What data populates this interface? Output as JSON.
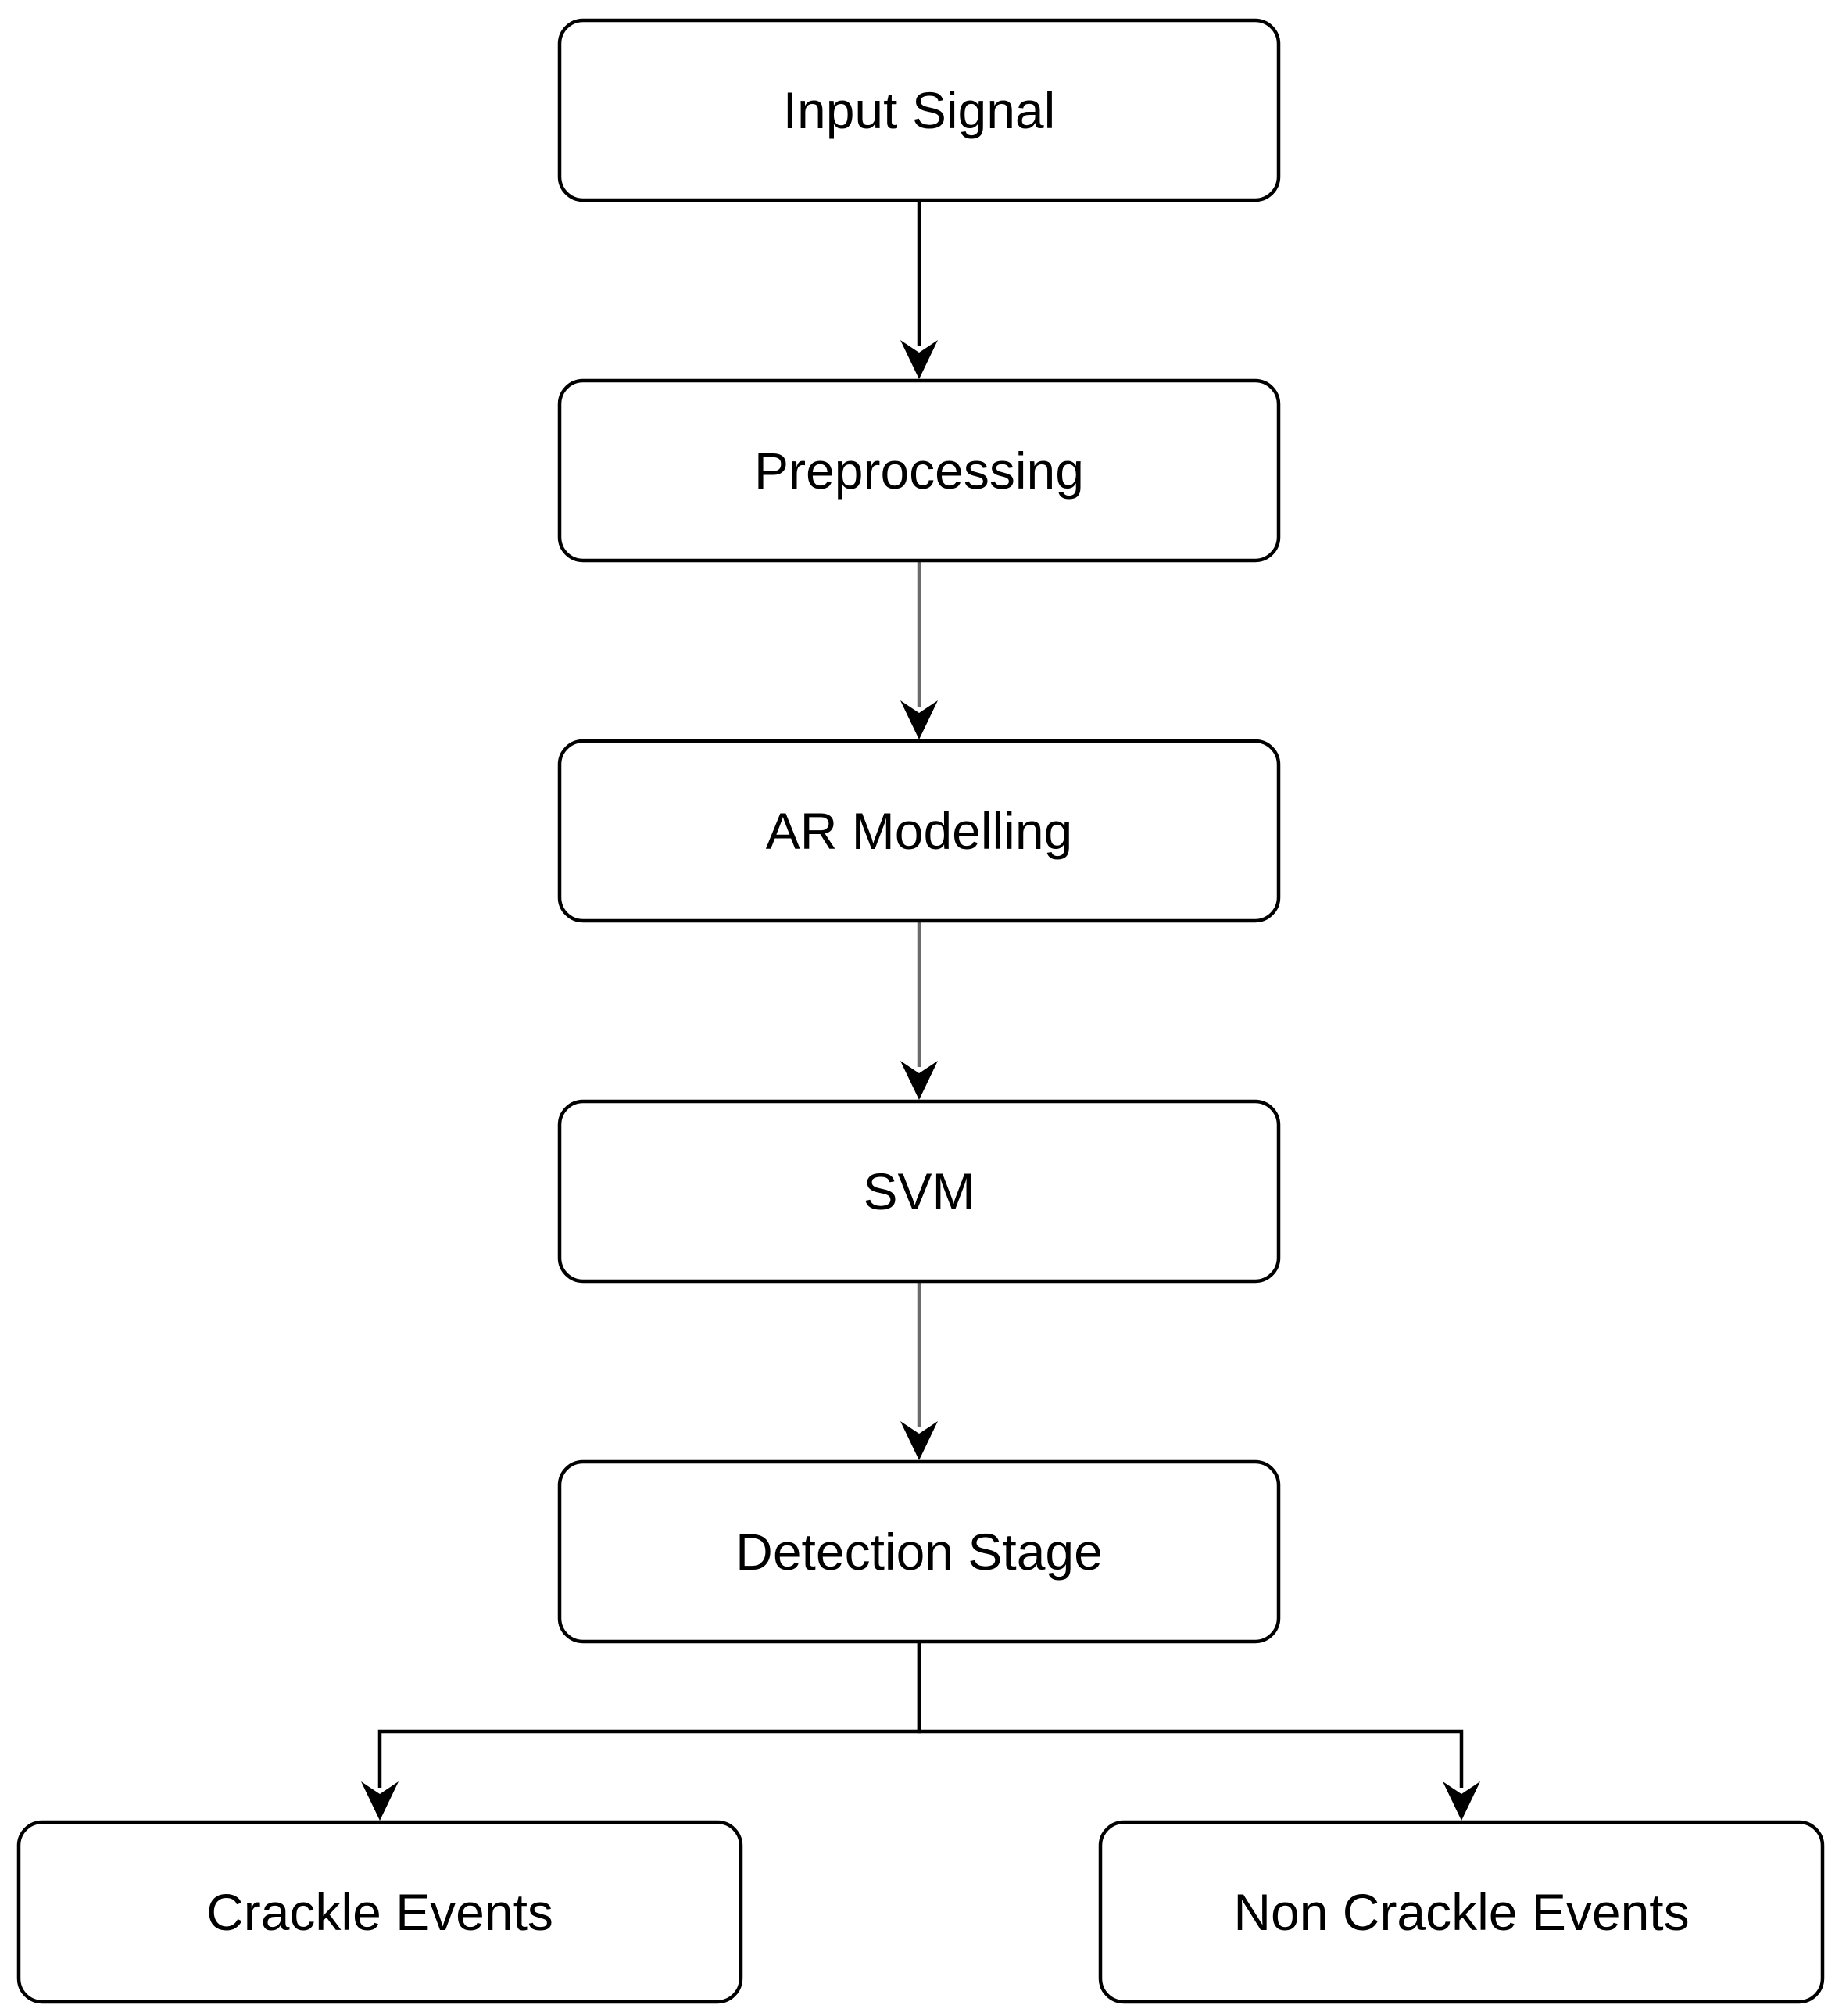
{
  "nodes": [
    {
      "id": "input-signal",
      "label": "Input Signal"
    },
    {
      "id": "preprocessing",
      "label": "Preprocessing"
    },
    {
      "id": "ar-modelling",
      "label": "AR Modelling"
    },
    {
      "id": "svm",
      "label": "SVM"
    },
    {
      "id": "detection-stage",
      "label": "Detection Stage"
    },
    {
      "id": "crackle-events",
      "label": "Crackle Events"
    },
    {
      "id": "non-crackle-events",
      "label": "Non Crackle Events"
    }
  ],
  "edges": [
    {
      "from": "input-signal",
      "to": "preprocessing",
      "color": "#000000"
    },
    {
      "from": "preprocessing",
      "to": "ar-modelling",
      "color": "#6b6b6b"
    },
    {
      "from": "ar-modelling",
      "to": "svm",
      "color": "#6b6b6b"
    },
    {
      "from": "svm",
      "to": "detection-stage",
      "color": "#6b6b6b"
    },
    {
      "from": "detection-stage",
      "to": "crackle-events",
      "color": "#000000"
    },
    {
      "from": "detection-stage",
      "to": "non-crackle-events",
      "color": "#000000"
    }
  ]
}
